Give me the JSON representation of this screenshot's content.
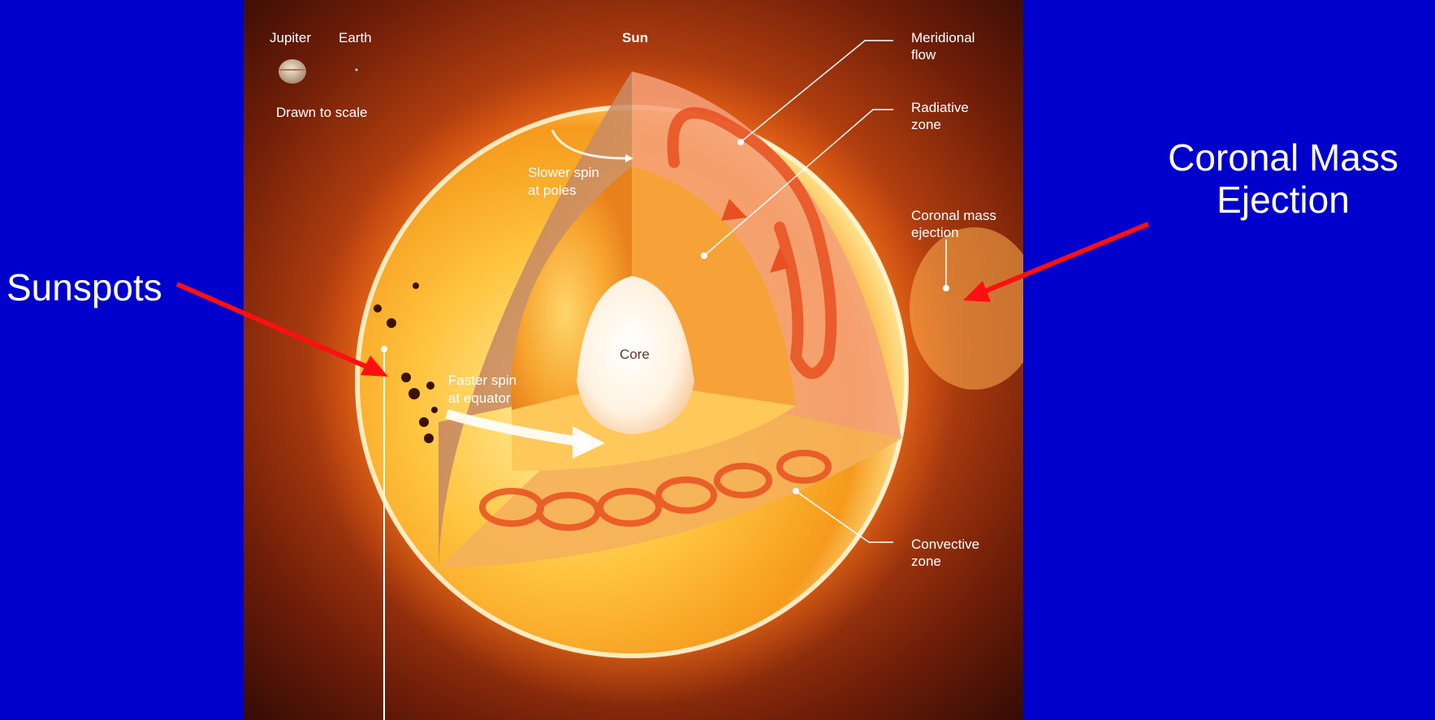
{
  "slide": {
    "sunspots_label": "Sunspots",
    "cme_label_line1": "Coronal Mass",
    "cme_label_line2": "Ejection"
  },
  "figure": {
    "jupiter": "Jupiter",
    "earth": "Earth",
    "drawn_to_scale": "Drawn to scale",
    "sun": "Sun",
    "meridional_line1": "Meridional",
    "meridional_line2": "flow",
    "radiative_line1": "Radiative",
    "radiative_line2": "zone",
    "cme_line1": "Coronal mass",
    "cme_line2": "ejection",
    "convective_line1": "Convective",
    "convective_line2": "zone",
    "slower_line1": "Slower spin",
    "slower_line2": "at poles",
    "faster_line1": "Faster spin",
    "faster_line2": "at equator",
    "core": "Core"
  },
  "colors": {
    "slide_background": "#0000cc",
    "arrow": "#ff1010",
    "label_text": "#ffffff"
  }
}
